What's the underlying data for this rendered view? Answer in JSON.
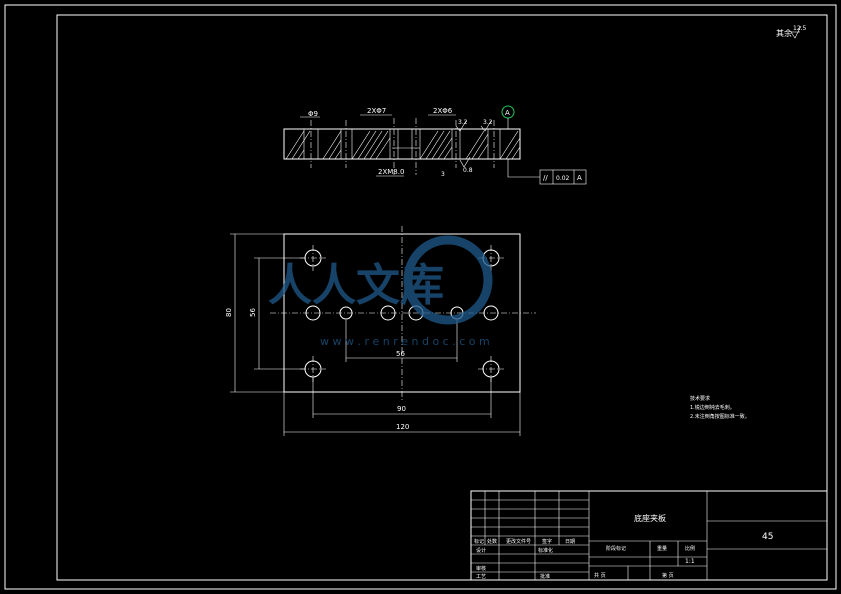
{
  "roughness": {
    "label": "其余",
    "value": "12.5"
  },
  "section_view": {
    "dims": {
      "hole_a": "Φ9",
      "holes_b": "2XΦ7",
      "holes_c": "2XΦ6",
      "holes_d": "2XM8.0",
      "depth": "3"
    },
    "rough": {
      "r1": "3.2",
      "r2": "3.2",
      "r3": "0.8"
    },
    "datum": "A",
    "tolerance": {
      "symbol": "//",
      "value": "0.02",
      "datum": "A"
    }
  },
  "plan_view": {
    "dims": {
      "width": "120",
      "height": "80",
      "inner_height": "56",
      "center_spacing": "56",
      "outer_spacing": "90"
    }
  },
  "watermark": {
    "text": "人人文库",
    "url": "w w w . r e n r e n d o c . c o m"
  },
  "notes": {
    "title": "技术要求",
    "items": [
      "1.锐边倒钝去毛刺。",
      "2.未注倒角按图标准一致。"
    ]
  },
  "title_block": {
    "part_name": "底座夹板",
    "material": "45",
    "scale": "1:1",
    "labels": {
      "row_a": [
        "标记",
        "处数",
        "更改文件号",
        "签字",
        "日期"
      ],
      "designer": "设计",
      "standard": "标准化",
      "check": "审核",
      "craft": "工艺",
      "approve": "批准",
      "stage": "阶段标记",
      "weight": "重量",
      "ratio": "比例",
      "sheets": "共  页",
      "sheet": "第  页"
    }
  },
  "colors": {
    "line": "#ffffff",
    "background": "#000000",
    "datum_circle": "#22c55e",
    "watermark": "#1e5a8a"
  }
}
